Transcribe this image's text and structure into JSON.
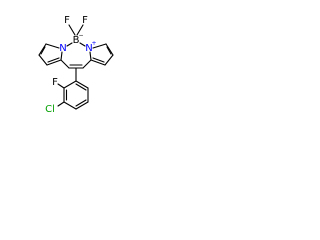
{
  "molecule": {
    "atoms": {
      "f_left": "F",
      "f_right": "F",
      "boron": "B",
      "boron_charge": "−",
      "n_left": "N",
      "n_right": "N",
      "n_right_charge": "+",
      "f_ring": "F",
      "chlorine": "Cl"
    },
    "colors": {
      "bond": "#000000",
      "nitrogen": "#0000ff",
      "chlorine": "#00a000",
      "fluorine": "#000000",
      "boron": "#000000"
    }
  }
}
